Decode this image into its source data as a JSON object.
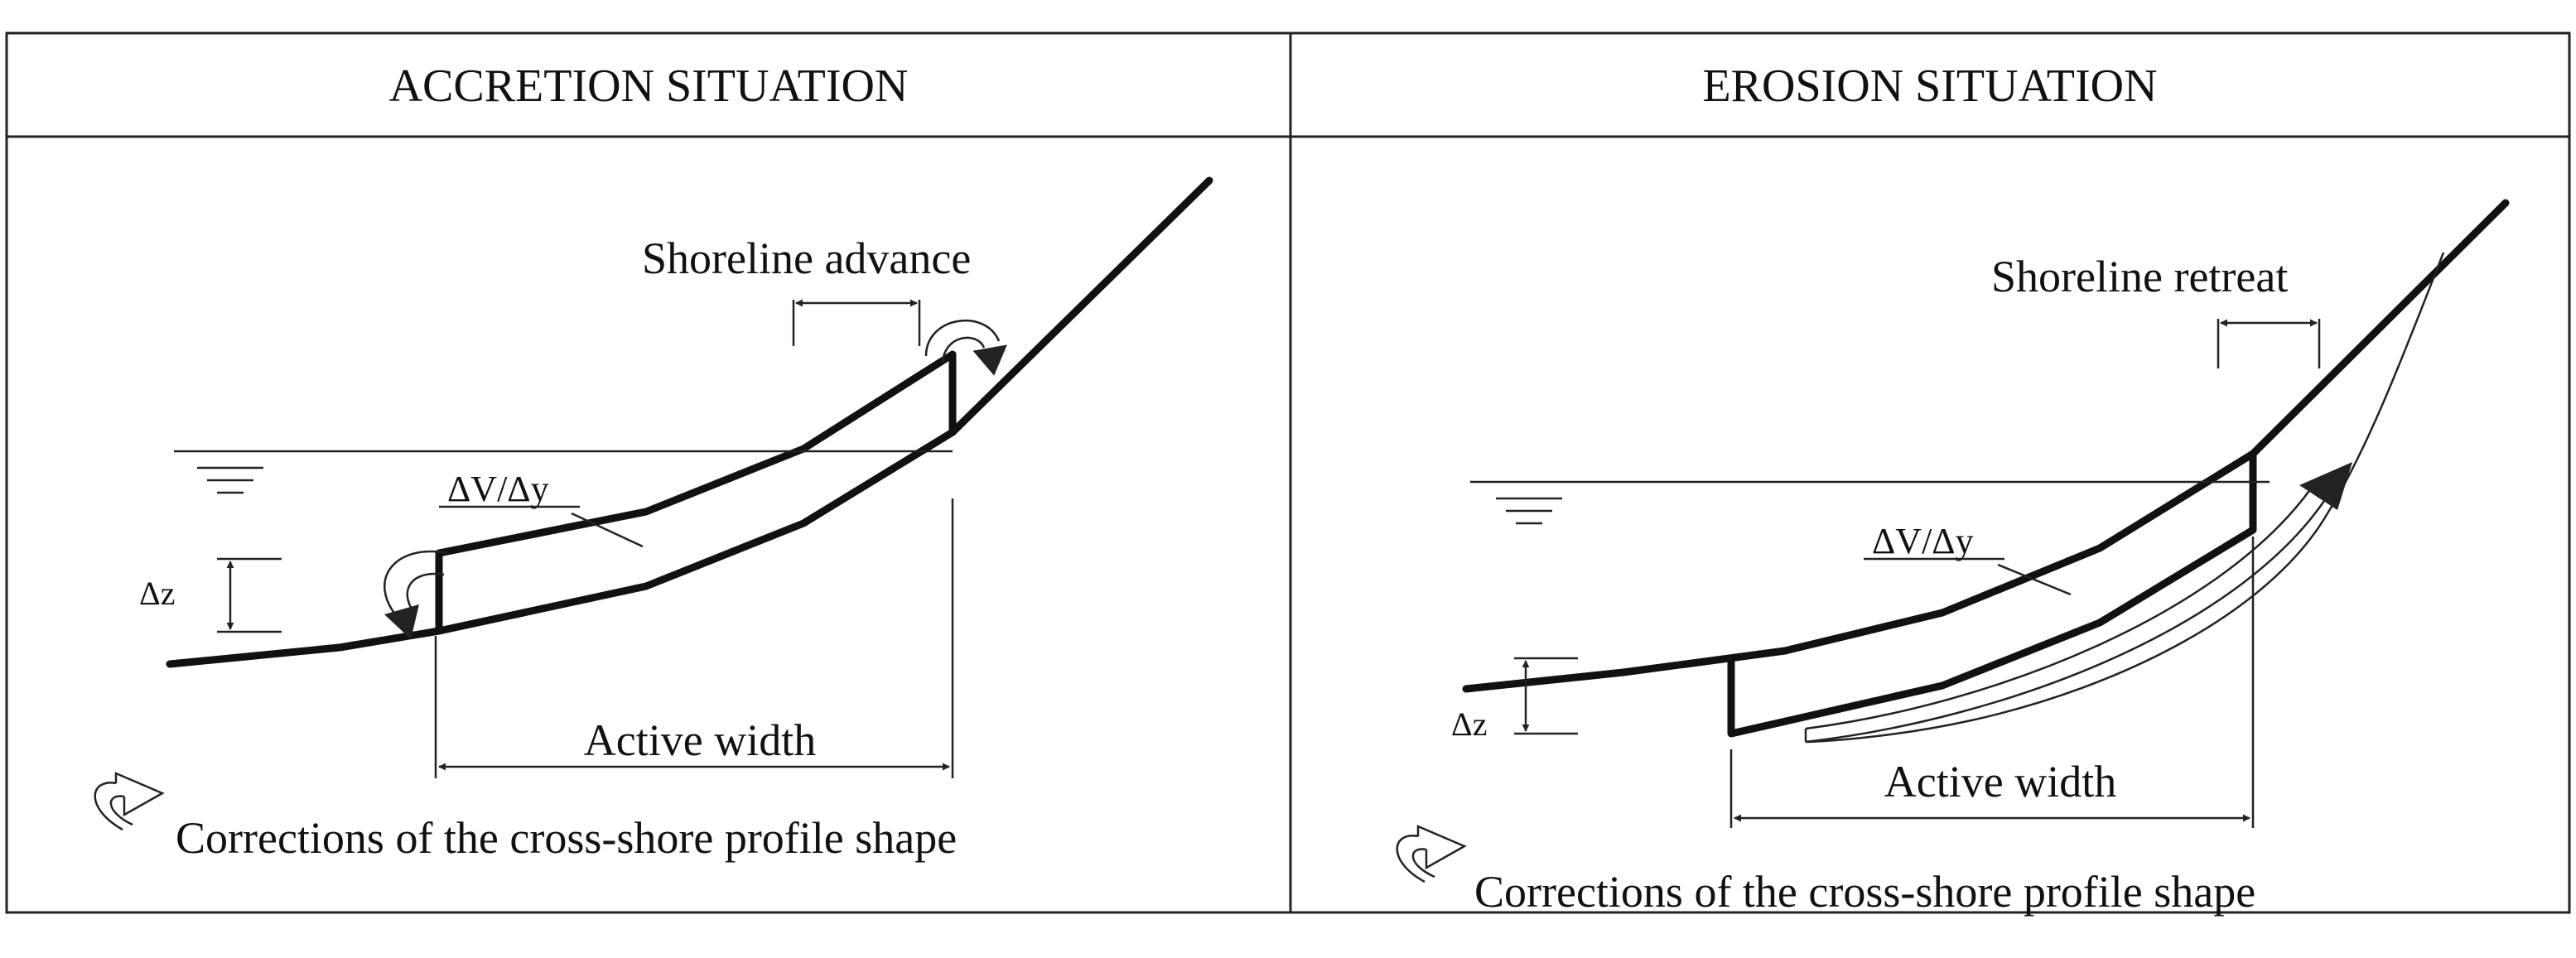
{
  "panels": [
    {
      "header": "ACCRETION SITUATION",
      "shoreline_label": "Shoreline advance",
      "area_label": "ΔV/Δy",
      "dz_label": "Δz",
      "width_label": "Active width",
      "legend_text": "Corrections of the cross-shore profile shape"
    },
    {
      "header": "EROSION SITUATION",
      "shoreline_label": "Shoreline retreat",
      "area_label": "ΔV/Δy",
      "dz_label": "Δz",
      "width_label": "Active width",
      "legend_text": "Corrections of the cross-shore profile shape"
    }
  ],
  "icons": [
    "water-level-icon",
    "curved-correction-arrow-icon"
  ],
  "colors": {
    "line": "#111111",
    "background": "#ffffff"
  }
}
